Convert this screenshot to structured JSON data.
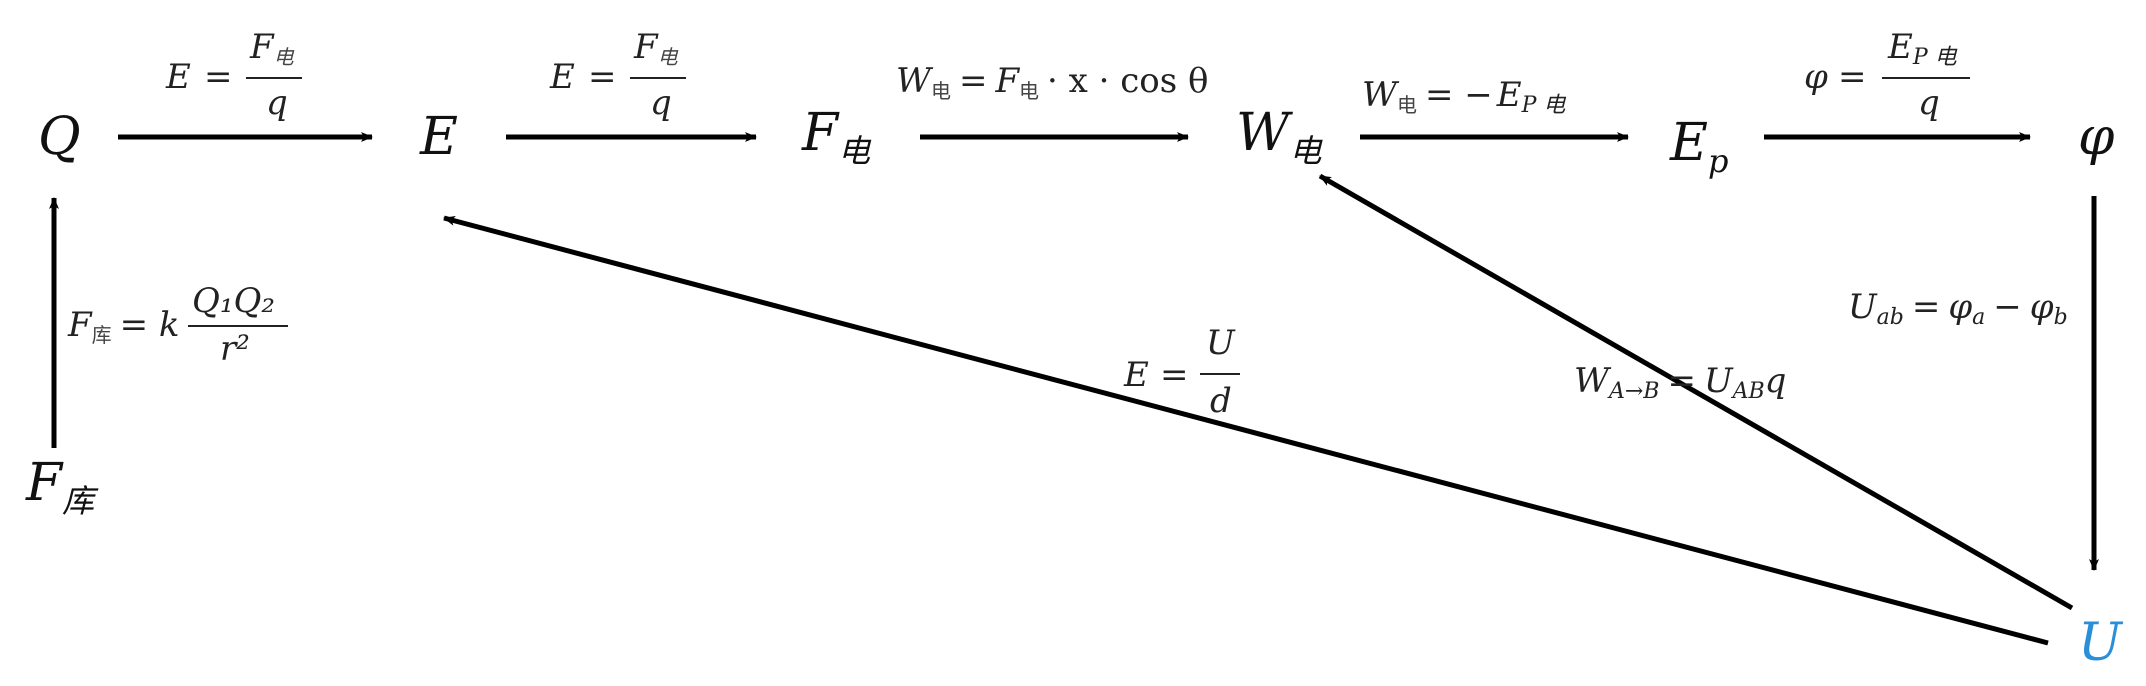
{
  "colors": {
    "ink": "#000000",
    "highlight": "#2a8fd8"
  },
  "nodes": {
    "Q": {
      "main": "Q",
      "sub": ""
    },
    "E": {
      "main": "E",
      "sub": ""
    },
    "F_dian": {
      "main": "F",
      "sub": "电"
    },
    "W_dian": {
      "main": "W",
      "sub": "电"
    },
    "Ep": {
      "main": "E",
      "sub": "p"
    },
    "phi": {
      "main": "φ",
      "sub": ""
    },
    "F_ku": {
      "main": "F",
      "sub": "库"
    },
    "U": {
      "main": "U",
      "sub": ""
    }
  },
  "labels": {
    "q_to_e": {
      "lhs": "E",
      "op": "=",
      "num": "F",
      "num_sub": "电",
      "den": "q"
    },
    "e_to_f": {
      "lhs": "E",
      "op": "=",
      "num": "F",
      "num_sub": "电",
      "den": "q"
    },
    "f_to_w": {
      "lhs": "W",
      "lhs_sub": "电",
      "op": "=",
      "f": "F",
      "f_sub": "电",
      "rest": "· x · cos θ"
    },
    "w_to_ep": {
      "lhs": "W",
      "lhs_sub": "电",
      "op": "= −",
      "rhs": "E",
      "rhs_sub": "P 电"
    },
    "ep_to_phi": {
      "lhs": "φ",
      "op": "=",
      "num": "E",
      "num_sub": "P 电",
      "den": "q"
    },
    "fku_to_q": {
      "lhs": "F",
      "lhs_sub": "库",
      "op": "= k",
      "num": "Q₁Q₂",
      "den": "r²"
    },
    "u_to_e": {
      "lhs": "E",
      "op": "=",
      "num": "U",
      "den": "d"
    },
    "u_to_w": {
      "lhs": "W",
      "lhs_sub": "A→B",
      "op": "=",
      "rhs": "U",
      "rhs_sub": "AB",
      "tail": "q"
    },
    "phi_to_u": {
      "lhs": "U",
      "lhs_sub": "ab",
      "op": "=",
      "a": "φ",
      "a_sub": "a",
      "minus": "−",
      "b": "φ",
      "b_sub": "b"
    }
  }
}
